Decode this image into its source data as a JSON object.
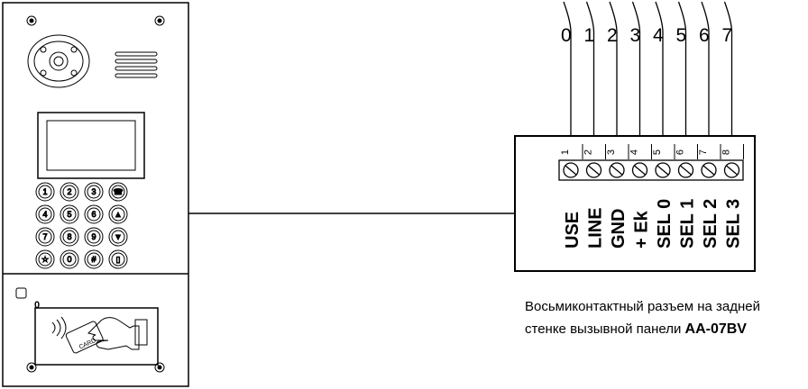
{
  "wire_numbers": [
    "0",
    "1",
    "2",
    "3",
    "4",
    "5",
    "6",
    "7"
  ],
  "pin_numbers": [
    "1",
    "2",
    "3",
    "4",
    "5",
    "6",
    "7",
    "8"
  ],
  "signal_labels": [
    "USE",
    "LINE",
    "GND",
    "+ Ek",
    "SEL 0",
    "SEL 1",
    "SEL 2",
    "SEL 3"
  ],
  "card_reader": {
    "indicator_label": "0",
    "card_text": "CARD"
  },
  "keypad": {
    "keys": [
      "1",
      "2",
      "3",
      "☎",
      "4",
      "5",
      "6",
      "▲",
      "7",
      "8",
      "9",
      "▼",
      "☆",
      "0",
      "#",
      "▯"
    ]
  },
  "caption": {
    "line1": "Восьмиконтактный разъем на задней",
    "line2": "стенке вызывной панели",
    "model": "AA-07BV"
  }
}
